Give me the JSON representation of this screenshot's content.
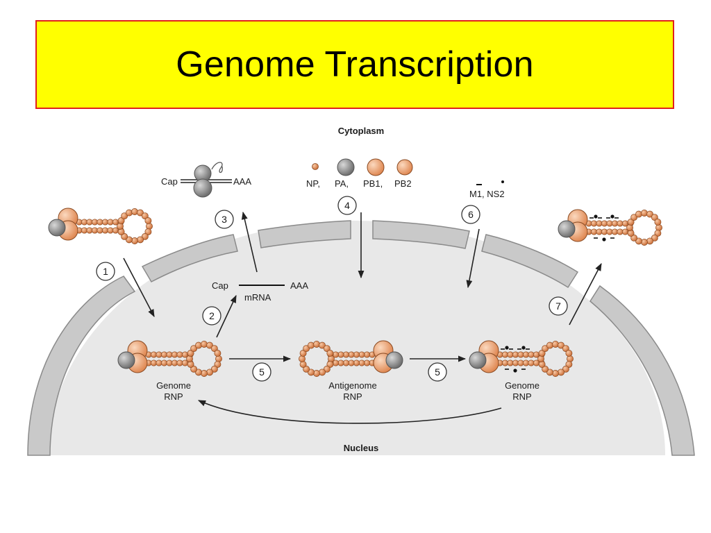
{
  "title": "Genome Transcription",
  "labels": {
    "cytoplasm": "Cytoplasm",
    "nucleus": "Nucleus",
    "cap_top": "Cap",
    "aaa_top": "AAA",
    "cap_mrna": "Cap",
    "aaa_mrna": "AAA",
    "mrna": "mRNA",
    "np": "NP,",
    "pa": "PA,",
    "pb1": "PB1,",
    "pb2": "PB2",
    "m1_ns2": "M1, NS2",
    "genome_left_1": "Genome",
    "genome_left_2": "RNP",
    "antigenome_1": "Antigenome",
    "antigenome_2": "RNP",
    "genome_right_1": "Genome",
    "genome_right_2": "RNP"
  },
  "steps": {
    "s1": "1",
    "s2": "2",
    "s3": "3",
    "s4": "4",
    "s5a": "5",
    "s5b": "5",
    "s6": "6",
    "s7": "7"
  },
  "colors": {
    "title_bg": "#ffff00",
    "title_border": "#e0201c",
    "nucleus_fill": "#e8e8e8",
    "membrane": "#c9c9c9",
    "np_orange": "#e8a070",
    "polymerase_gray": "#909090"
  }
}
